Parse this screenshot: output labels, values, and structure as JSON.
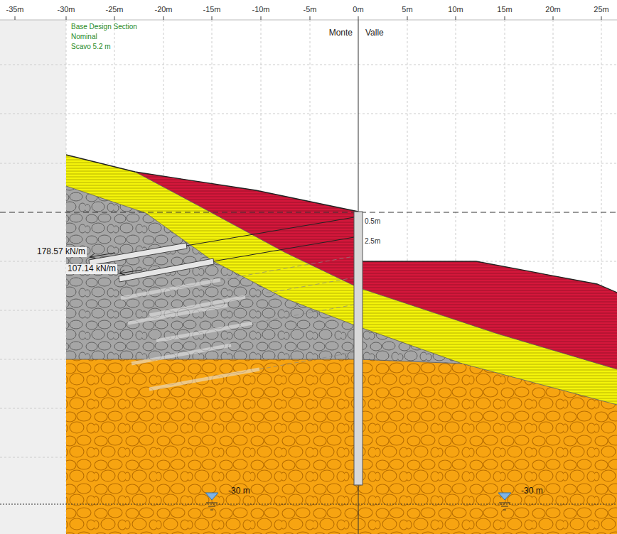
{
  "diagram": {
    "labels": [
      "-35m",
      "-30m",
      "-25m",
      "-20m",
      "-15m",
      "-10m",
      "-5m",
      "0m",
      "5m",
      "10m",
      "15m",
      "20m",
      "25m",
      "Base Design Section",
      "Nominal",
      "Scavo 5.2 m",
      "Monte",
      "Valle",
      "0.5m",
      "2.5m",
      "178.57 kN/m",
      "107.14 kN/m",
      "-30 m",
      "-30 m"
    ]
  }
}
